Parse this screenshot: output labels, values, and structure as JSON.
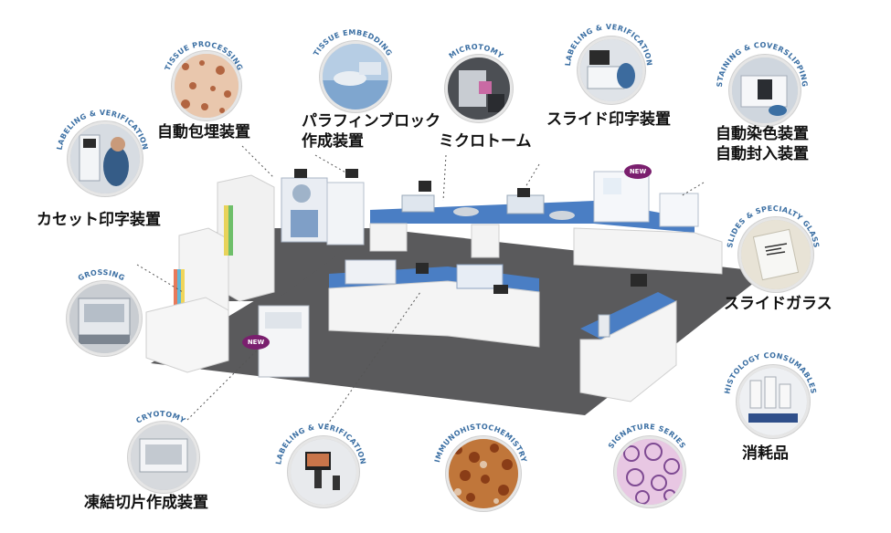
{
  "modules": [
    {
      "id": "tissue-processing",
      "label_en": "TISSUE PROCESSING",
      "label_jp": [
        "自動包埋装置"
      ],
      "icon": "tissue-stain-image"
    },
    {
      "id": "tissue-embedding",
      "label_en": "TISSUE EMBEDDING",
      "label_jp": [
        "パラフィンブロック",
        "作成装置"
      ],
      "icon": "embedding-hands-image"
    },
    {
      "id": "microtomy",
      "label_en": "MICROTOMY",
      "label_jp": [
        "ミクロトーム"
      ],
      "icon": "microtome-image"
    },
    {
      "id": "slide-labeling",
      "label_en": "LABELING & VERIFICATION",
      "label_jp": [
        "スライド印字装置"
      ],
      "icon": "slide-printer-image"
    },
    {
      "id": "staining",
      "label_en": "STAINING & COVERSLIPPING",
      "label_jp": [
        "自動染色装置",
        "自動封入装置"
      ],
      "icon": "stainer-image"
    },
    {
      "id": "cassette-labeling",
      "label_en": "LABELING & VERIFICATION",
      "label_jp": [
        "カセット印字装置"
      ],
      "icon": "cassette-printer-image"
    },
    {
      "id": "slides",
      "label_en": "SLIDES & SPECIALTY GLASS",
      "label_jp": [
        "スライドガラス"
      ],
      "icon": "glass-slides-image"
    },
    {
      "id": "grossing",
      "label_en": "GROSSING",
      "label_jp": [],
      "icon": "grossing-station-image"
    },
    {
      "id": "cryotomy",
      "label_en": "CRYOTOMY",
      "label_jp": [
        "凍結切片作成装置"
      ],
      "icon": "cryostat-image"
    },
    {
      "id": "verification",
      "label_en": "LABELING & VERIFICATION",
      "label_jp": [],
      "icon": "scanner-image"
    },
    {
      "id": "ihc",
      "label_en": "IMMUNOHISTOCHEMISTRY",
      "label_jp": [],
      "icon": "ihc-tissue-image"
    },
    {
      "id": "signature",
      "label_en": "SIGNATURE SERIES",
      "label_jp": [],
      "icon": "he-tissue-image"
    },
    {
      "id": "consumables",
      "label_en": "HISTOLOGY CONSUMABLES",
      "label_jp": [
        "消耗品"
      ],
      "icon": "reagent-bottles-image"
    }
  ],
  "badges": [
    "NEW",
    "NEW"
  ],
  "colors": {
    "accent": "#3b6fa3",
    "floor": "#5b5b5d",
    "counter": "#4a7ec4",
    "new_badge": "#7a1f6e"
  }
}
